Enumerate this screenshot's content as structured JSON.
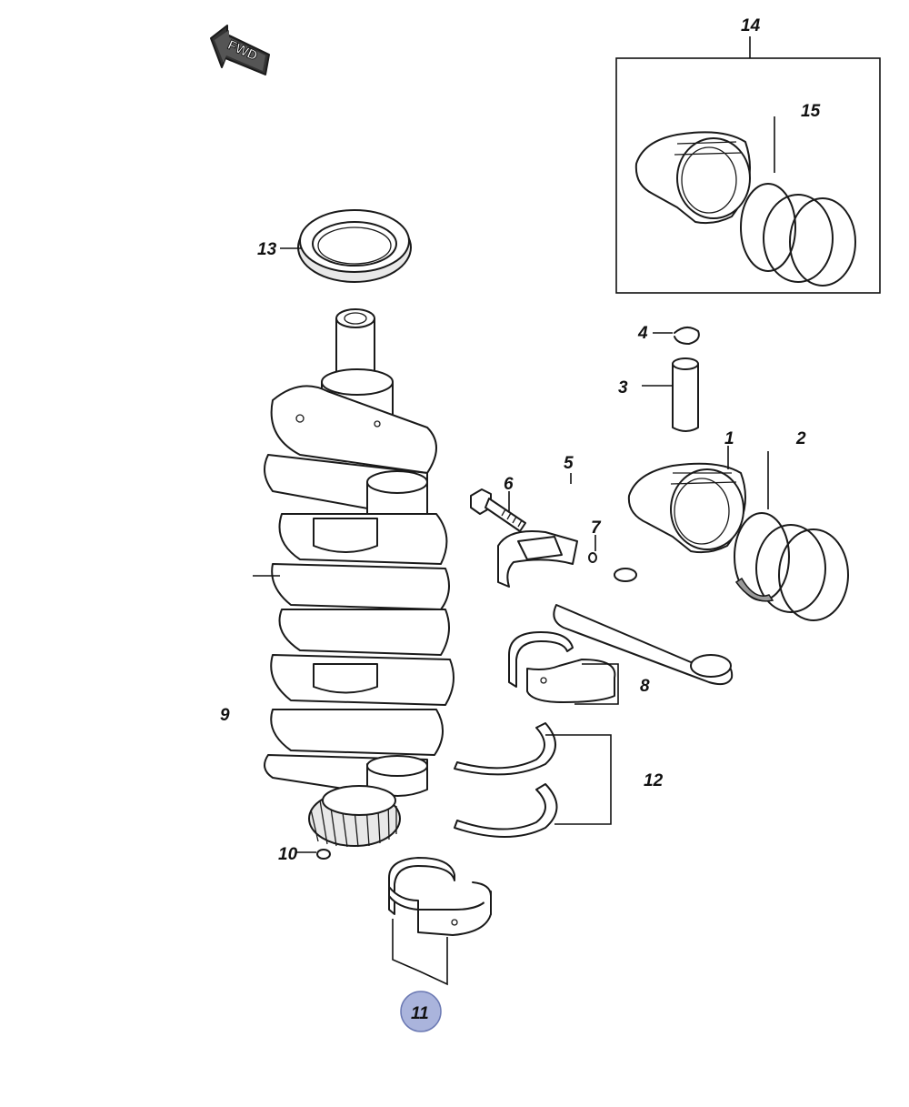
{
  "diagram": {
    "direction_label": "FWD",
    "highlight_color": "#aab4dc",
    "callouts": {
      "c1": "1",
      "c2": "2",
      "c3": "3",
      "c4": "4",
      "c5": "5",
      "c6": "6",
      "c7": "7",
      "c8": "8",
      "c9": "9",
      "c10": "10",
      "c11": "11",
      "c12": "12",
      "c13": "13",
      "c14": "14",
      "c15": "15"
    },
    "selected_callout": "11"
  }
}
